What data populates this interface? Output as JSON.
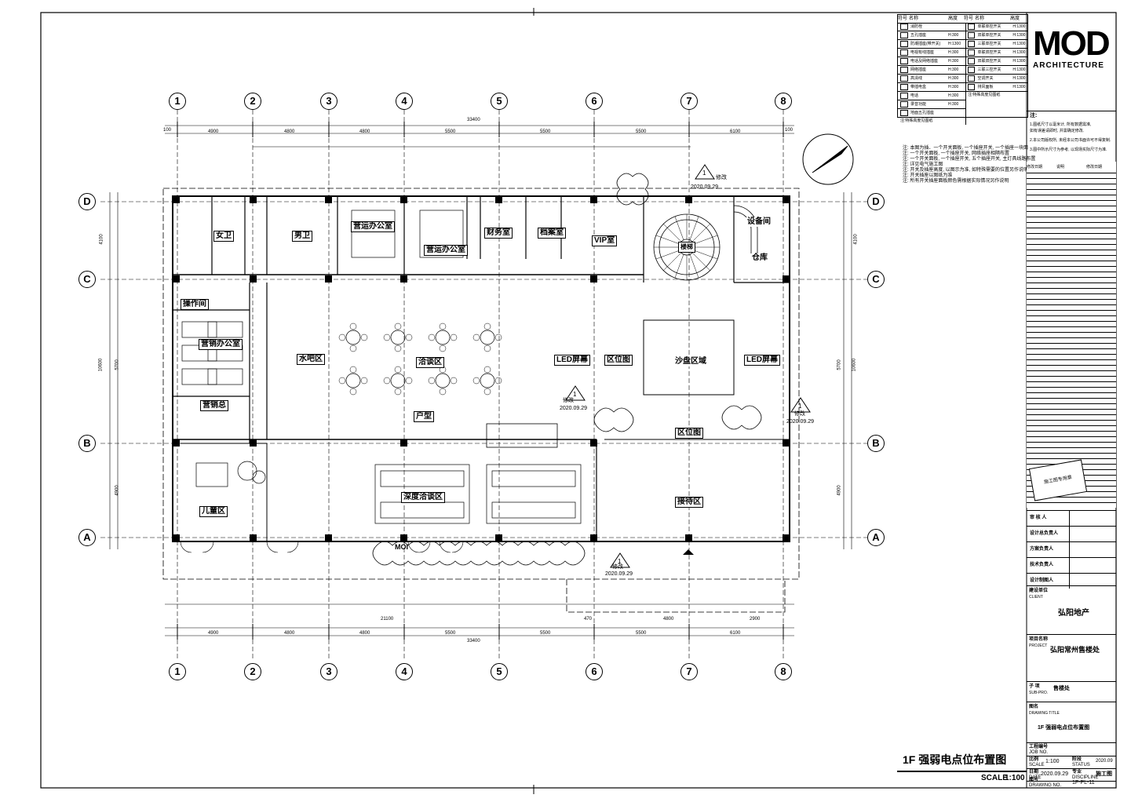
{
  "sheet": {
    "drawing_title": "1F 强弱电点位布置图",
    "scale_label": "SCALE",
    "scale_value": "1:100",
    "north_label": "MOI"
  },
  "brand": {
    "logo_text": "MOD",
    "logo_sub": "ARCHITECTURE"
  },
  "legend": {
    "headers": [
      "符号",
      "名称",
      "高度",
      "符号",
      "名称",
      "高度"
    ],
    "left": [
      [
        "",
        "消防栓",
        ""
      ],
      [
        "",
        "五孔插座",
        "H:300"
      ],
      [
        "",
        "防潮插座(带开关)",
        "H:1300"
      ],
      [
        "",
        "电视有线插座",
        "H:300"
      ],
      [
        "",
        "电话及网络插座",
        "H:300"
      ],
      [
        "",
        "网络插座",
        "H:300"
      ],
      [
        "",
        "高清线",
        "H:300"
      ],
      [
        "",
        "带插电盒",
        "H:300"
      ],
      [
        "",
        "电话",
        "H:300"
      ],
      [
        "",
        "录音功能",
        "H:300"
      ],
      [
        "",
        "地面五孔插座",
        ""
      ]
    ],
    "right": [
      [
        "",
        "单联单控开关",
        "H:1300"
      ],
      [
        "",
        "双联单控开关",
        "H:1300"
      ],
      [
        "",
        "三联单控开关",
        "H:1300"
      ],
      [
        "",
        "单联双控开关",
        "H:1300"
      ],
      [
        "",
        "双联双控开关",
        "H:1300"
      ],
      [
        "",
        "三联三控开关",
        "H:1300"
      ],
      [
        "",
        "空调开关",
        "H:1300"
      ],
      [
        "",
        "排风面板",
        "H:1300"
      ]
    ],
    "foot_left": "注:特殊高度见图纸",
    "foot_right": "注:特殊高度见图纸"
  },
  "grid_labels": {
    "columns": [
      "1",
      "2",
      "3",
      "4",
      "5",
      "6",
      "7",
      "8"
    ],
    "rows": [
      "D",
      "C",
      "B",
      "A"
    ]
  },
  "dimensions": {
    "top_total": "33400",
    "top_spans": [
      "4900",
      "4800",
      "4800",
      "5500",
      "5500",
      "5500",
      "6100"
    ],
    "top_end": [
      "100",
      "100"
    ],
    "bottom_total": "33400",
    "bottom_spans": [
      "4900",
      "4800",
      "4800",
      "5500",
      "5500",
      "5500",
      "6100"
    ],
    "bottom_sub": [
      "21100",
      "470",
      "4800",
      "2900"
    ],
    "left_spans": [
      "4100",
      "10600",
      "5700",
      "4900"
    ],
    "right_spans": [
      "4100",
      "10600",
      "5700",
      "4900"
    ]
  },
  "rooms": {
    "womens_wc": "女卫",
    "mens_wc": "男卫",
    "sales_office": "营运办公室",
    "manager_office": "营运办公室",
    "finance": "财务室",
    "archive": "档案室",
    "vip": "VIP室",
    "stair": "楼梯",
    "equipment": "设备间",
    "storage": "仓库",
    "ops": "操作间",
    "sales_office2": "营销办公室",
    "water_bar": "水吧区",
    "negotiation": "洽谈区",
    "led_left": "LED屏幕",
    "zone_map": "区位图",
    "sand_table": "沙盘区域",
    "led_right": "LED屏幕",
    "sales_desk": "营销总",
    "kids": "儿童区",
    "household": "户型",
    "deep_talk": "深度洽谈区",
    "zone_map2": "区位图",
    "reception": "接待区"
  },
  "revisions": [
    {
      "num": "1",
      "label": "修改",
      "date": "2020.09.29"
    },
    {
      "num": "1",
      "label": "修改",
      "date": "2020.09.29"
    },
    {
      "num": "1",
      "label": "修改",
      "date": "2020.09.29"
    },
    {
      "num": "1",
      "label": "修改",
      "date": "2020.09.29"
    }
  ],
  "title_block": {
    "notes_head": "注:",
    "notes": [
      "1.图纸尺寸以毫米计, 所有数据需准,",
      "  如有误差请即时, 并需确定修改.",
      "2.本公司版权所, 未经本公司书面许可不得复制.",
      "3.图中所示尺寸为参考, 以现场实际尺寸为准."
    ],
    "rev_header": [
      "修改日期",
      "说明",
      "修改日期"
    ],
    "stamp_text": "施工图专用章",
    "roles": [
      "审 核 人",
      "设计总负责人",
      "方案负责人",
      "技术负责人",
      "设计制图人"
    ],
    "client_label": "建设单位",
    "client_en": "CLIENT",
    "client": "弘阳地产",
    "project_label": "项目名称",
    "project_en": "PROJECT",
    "project": "弘阳常州售楼处",
    "sub_label": "子 项",
    "sub_en": "SUB-PRO.",
    "sub": "售楼处",
    "title_label": "图名",
    "title_en": "DRAWING TITLE",
    "title": "1F 强弱电点位布置图",
    "job_label": "工程编号",
    "job_en": "JOB NO.",
    "scale_label": "比例",
    "scale_en": "SCALE",
    "scale": "1:100",
    "status_label": "阶段",
    "status_en": "STATUS",
    "status": "施工图",
    "date_label": "日期",
    "date_en": "DATE",
    "date": "2020.09.29",
    "disc_label": "专业",
    "disc_en": "DISCIPLINE",
    "year": "2020.09",
    "dwg_label": "图号",
    "dwg_en": "DRAWING NO.",
    "dwg_no": "1F-PL-11"
  },
  "right_notes": [
    "注: 本图为插、一个开关面板, 一个插座开关, 一个插座一块面",
    "注: 一个开关面板, 一个插座开关, 网络插座相隔布置",
    "注: 一个开关面板, 一个插座开关, 五个插座开关, 主灯具线路布置",
    "注: 详见电气施工图",
    "注: 开关及插座高度, 以图示为准, 如特殊需要的位置另作说明",
    "注: 开关插座以图纸为准",
    "注: 所有开关插座面板颜色需根据实际情况另作说明"
  ]
}
